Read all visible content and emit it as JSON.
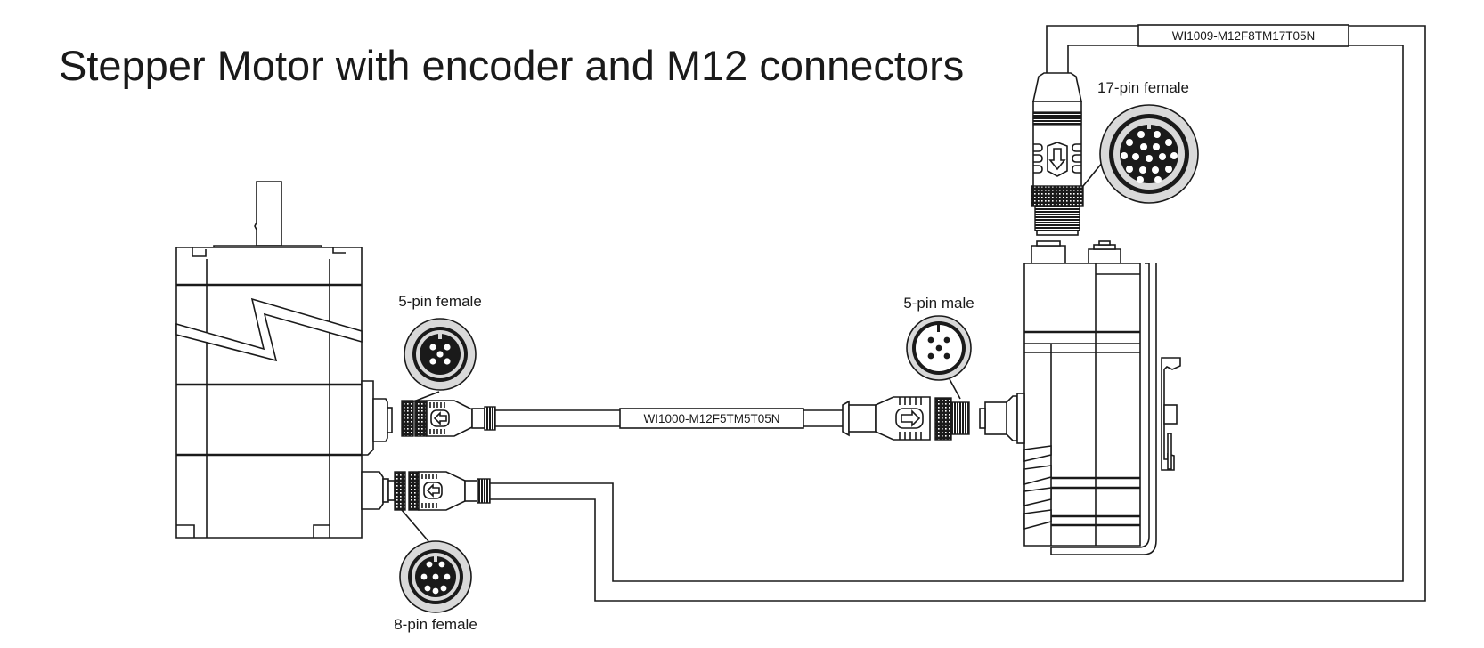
{
  "title": "Stepper Motor with encoder and M12 connectors",
  "colors": {
    "line": "#1a1a1a",
    "connector_face_grey": "#d9d9d9",
    "background": "#ffffff"
  },
  "components": {
    "motor": {
      "name": "Stepper motor with encoder"
    },
    "driver": {
      "name": "Driver / controller module (DIN-rail mounted)"
    }
  },
  "connectors": [
    {
      "id": "motor-power",
      "label": "5-pin female",
      "pins": 5,
      "gender": "female"
    },
    {
      "id": "driver-power",
      "label": "5-pin male",
      "pins": 5,
      "gender": "male"
    },
    {
      "id": "encoder",
      "label": "8-pin female",
      "pins": 8,
      "gender": "female"
    },
    {
      "id": "driver-signal",
      "label": "17-pin female",
      "pins": 17,
      "gender": "female"
    }
  ],
  "cables": [
    {
      "id": "power-cable",
      "part_number": "WI1000-M12F5TM5T05N",
      "from": "5-pin female",
      "to": "5-pin male"
    },
    {
      "id": "encoder-cable",
      "part_number": "WI1009-M12F8TM17T05N",
      "from": "8-pin female",
      "to": "17-pin female"
    }
  ]
}
